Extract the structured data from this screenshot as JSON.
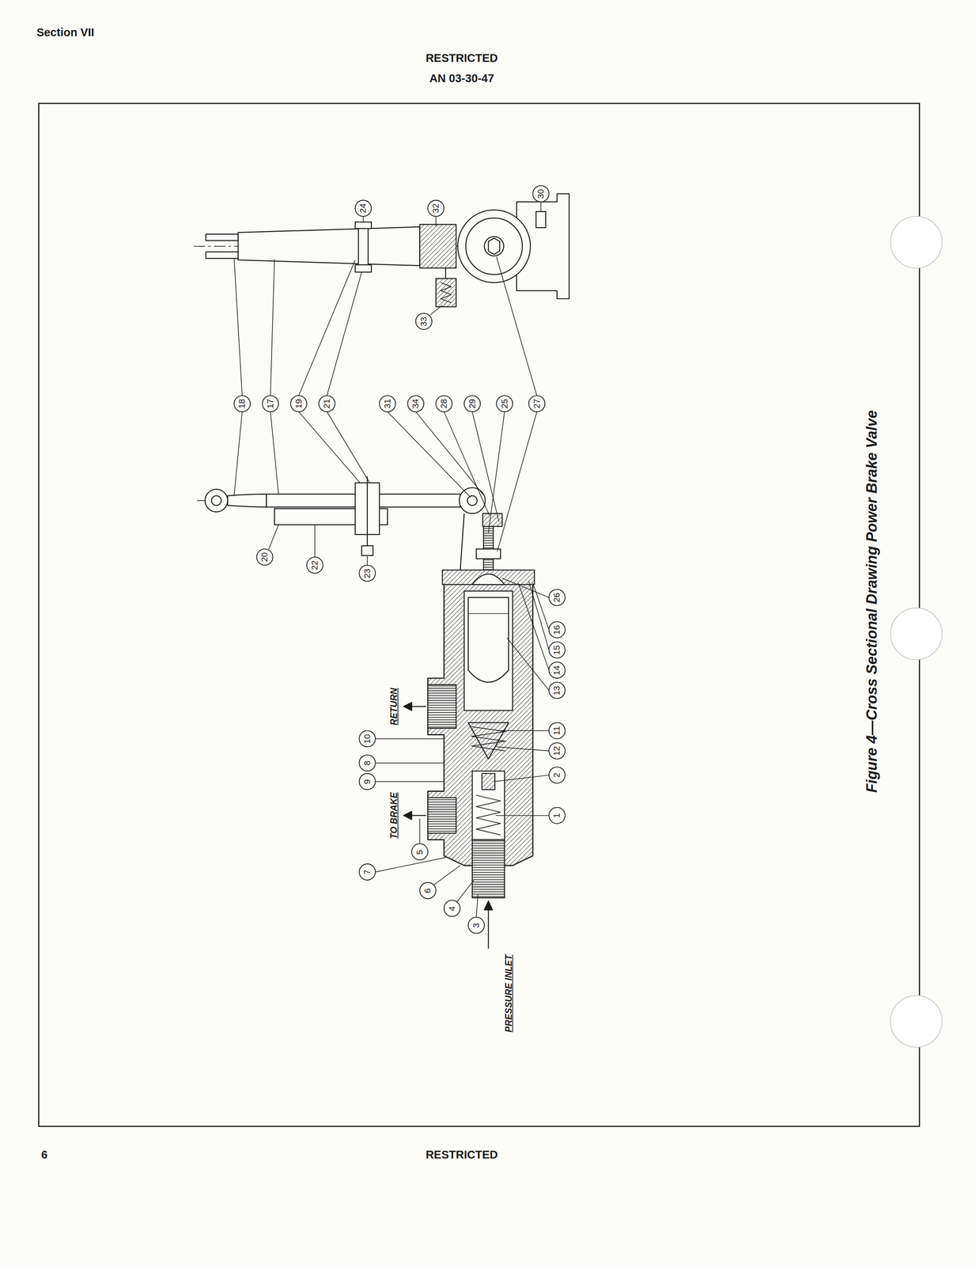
{
  "diagram": {
    "caption": "Figure 4—Cross Sectional Drawing Power Brake Valve",
    "labels": [
      "Section VII",
      "RESTRICTED",
      "AN 03-30-47",
      "24",
      "30",
      "32",
      "33",
      "18",
      "17",
      "19",
      "21",
      "31",
      "34",
      "28",
      "29",
      "25",
      "27",
      "20",
      "22",
      "23",
      "26",
      "16",
      "15",
      "14",
      "13",
      "11",
      "12",
      "2",
      "1",
      "10",
      "8",
      "9",
      "5",
      "7",
      "6",
      "4",
      "3",
      "RETURN",
      "TO BRAKE",
      "PRESSURE INLET",
      "6",
      "RESTRICTED"
    ]
  }
}
